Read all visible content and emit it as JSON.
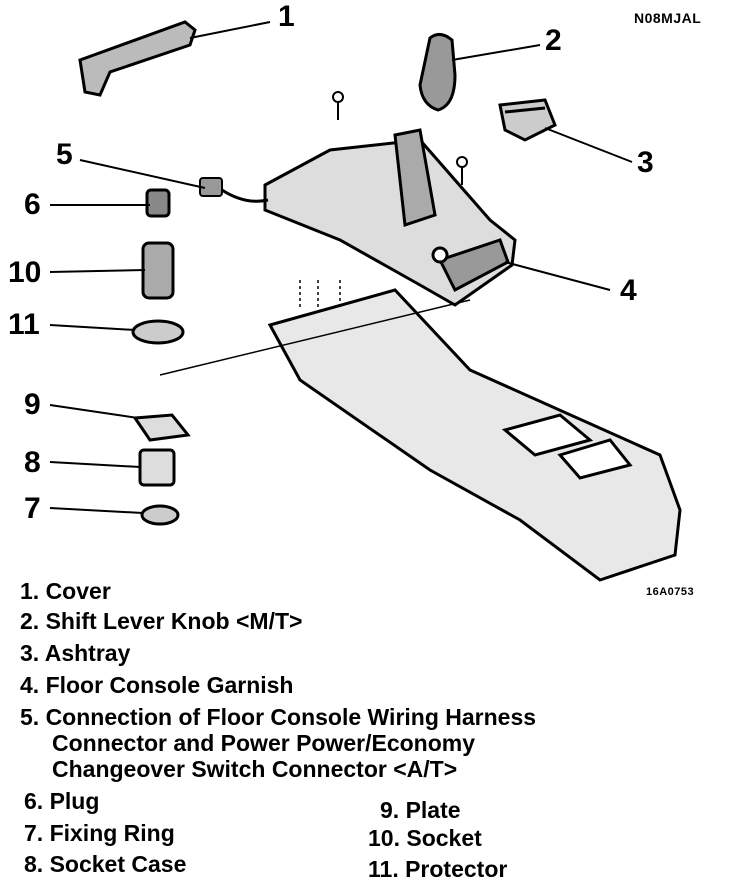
{
  "doc_code": "N08MJAL",
  "figure_code": "16A0753",
  "callouts": [
    "1",
    "2",
    "3",
    "4",
    "5",
    "6",
    "10",
    "11",
    "9",
    "8",
    "7"
  ],
  "legend": {
    "item1": "1. Cover",
    "item2": "2. Shift Lever Knob <M/T>",
    "item3": "3. Ashtray",
    "item4": "4. Floor Console Garnish",
    "item5_line1": "5. Connection of Floor Console Wiring Harness",
    "item5_line2": "Connector and Power Power/Economy",
    "item5_line3": "Changeover Switch Connector  <A/T>",
    "item6": "6. Plug",
    "item7": "7. Fixing Ring",
    "item8": "8. Socket Case",
    "item9": "9. Plate",
    "item10": "10. Socket",
    "item11": "11. Protector"
  }
}
